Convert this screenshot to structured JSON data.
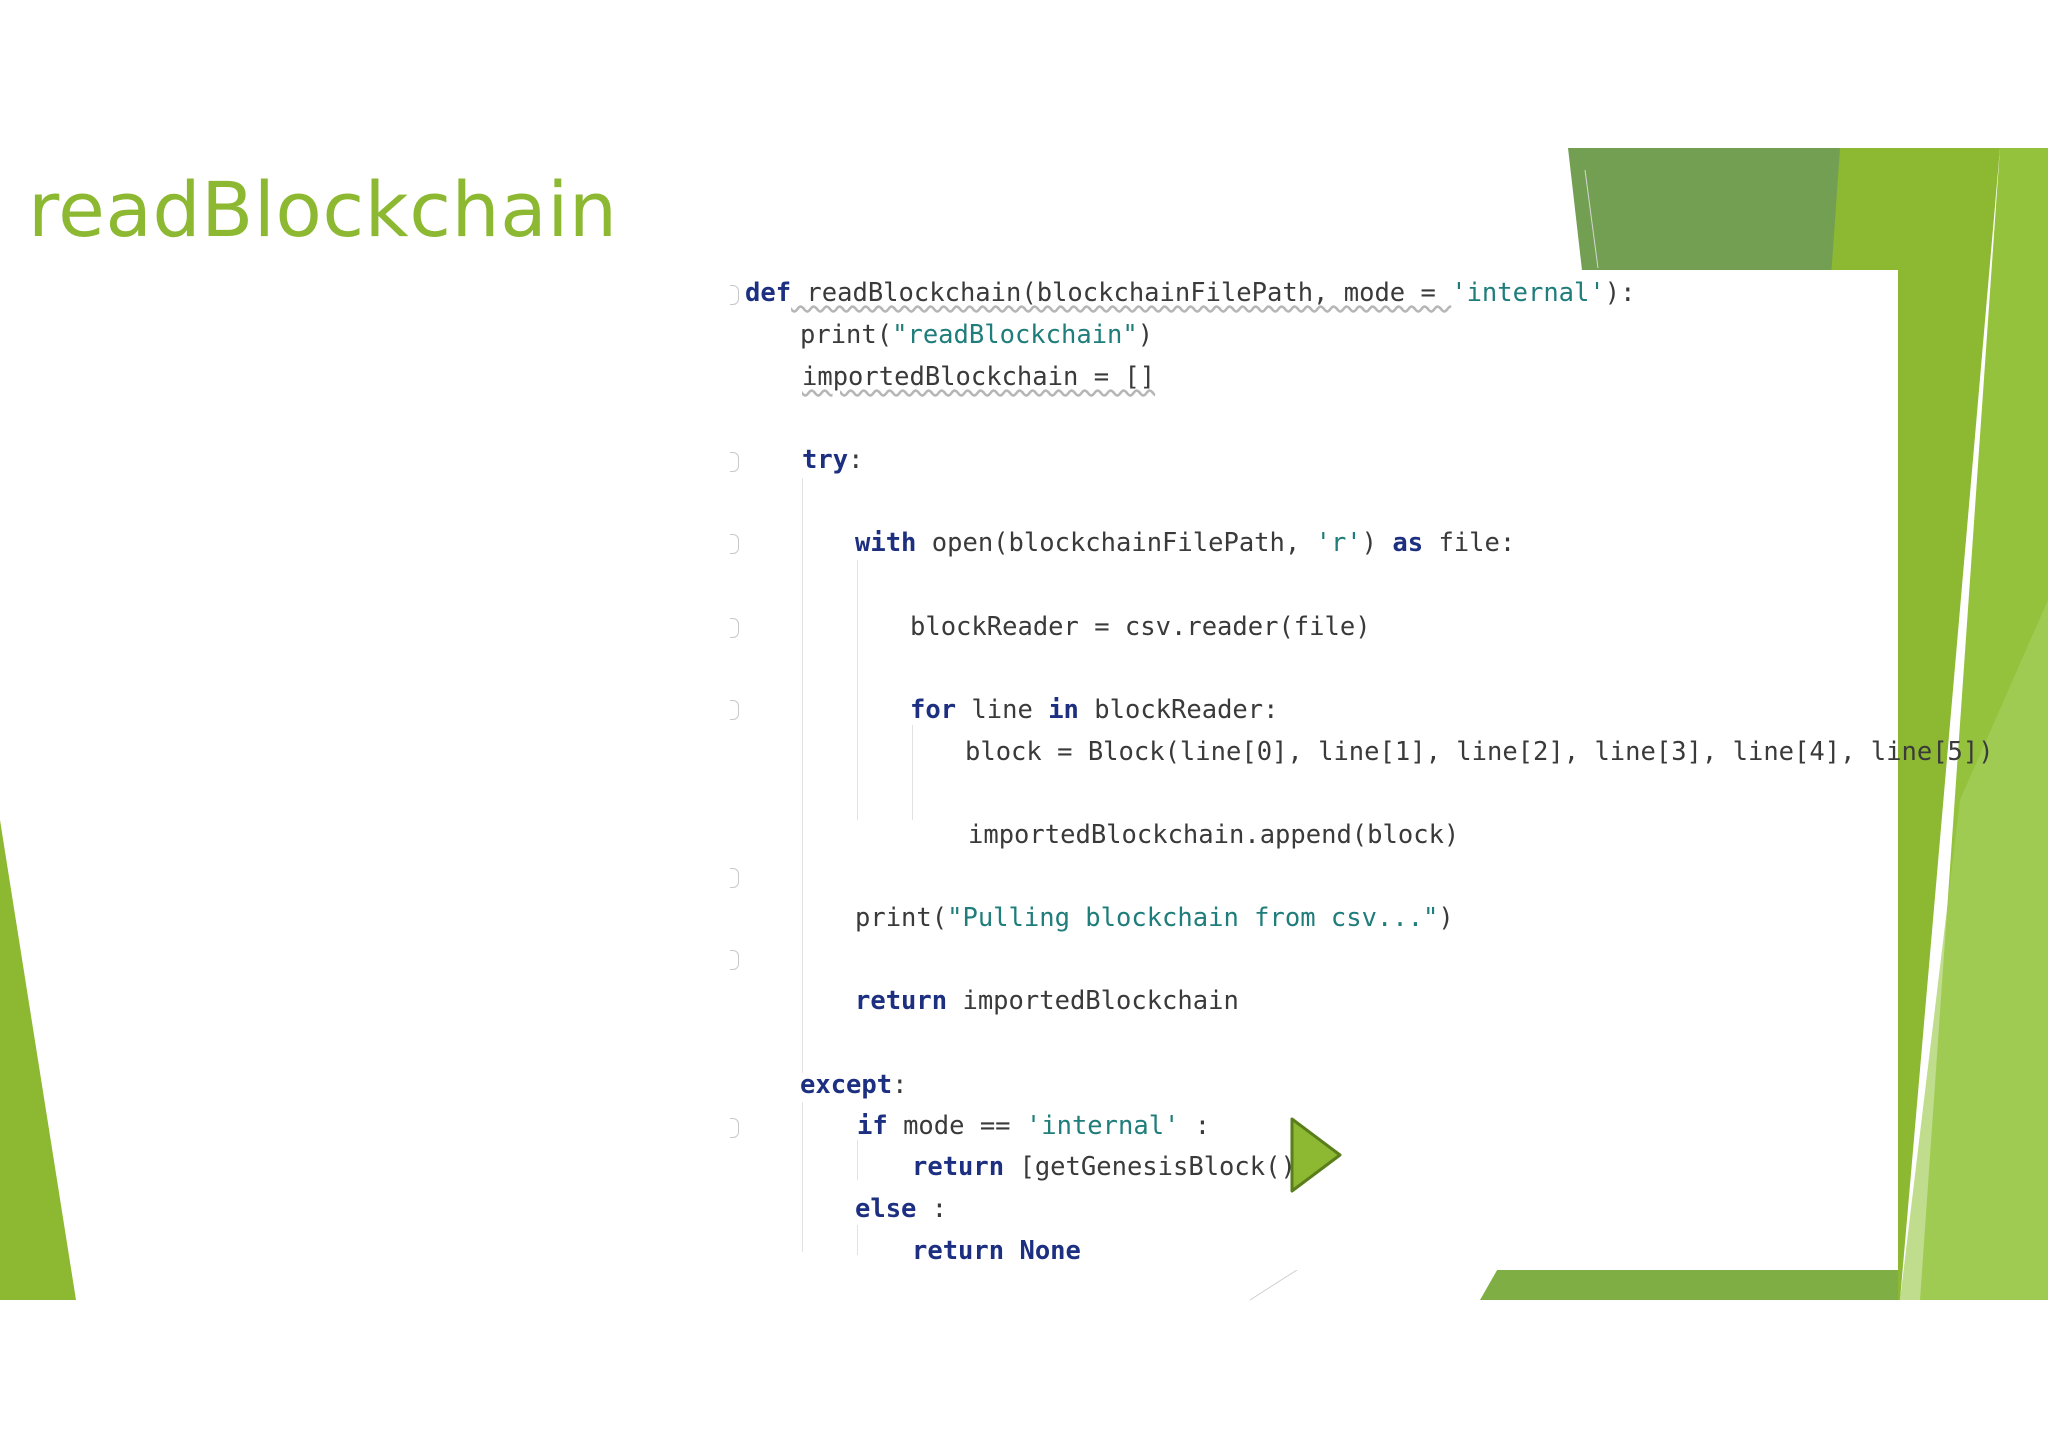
{
  "slide": {
    "title": "readBlockchain",
    "accent_color": "#8cb832",
    "dark_green": "#739f52",
    "play_icon": "play-triangle"
  },
  "code": {
    "lines": [
      [
        "def",
        " readBlockchain(blockchainFilePath, mode = ",
        "'internal'",
        "):"
      ],
      [
        "",
        "print(",
        "\"readBlockchain\"",
        ")"
      ],
      [
        "importedBlockchain = []"
      ],
      [
        "try",
        ":"
      ],
      [
        "with",
        " open(blockchainFilePath, ",
        "'r'",
        ") ",
        "as",
        " file:"
      ],
      [
        "blockReader = csv.reader(file)"
      ],
      [
        "for",
        " line ",
        "in",
        " blockReader:"
      ],
      [
        "block = Block(line[0], line[1], line[2], line[3], line[4], line[5])"
      ],
      [
        "importedBlockchain.append(block)"
      ],
      [
        "print(",
        "\"Pulling blockchain from csv...\"",
        ")"
      ],
      [
        "return",
        " importedBlockchain"
      ],
      [
        "except",
        ":"
      ],
      [
        "if",
        " mode == ",
        "'internal'",
        " :"
      ],
      [
        "return",
        " [getGenesisBlock()]"
      ],
      [
        "else",
        " :"
      ],
      [
        "return",
        " None"
      ]
    ]
  }
}
